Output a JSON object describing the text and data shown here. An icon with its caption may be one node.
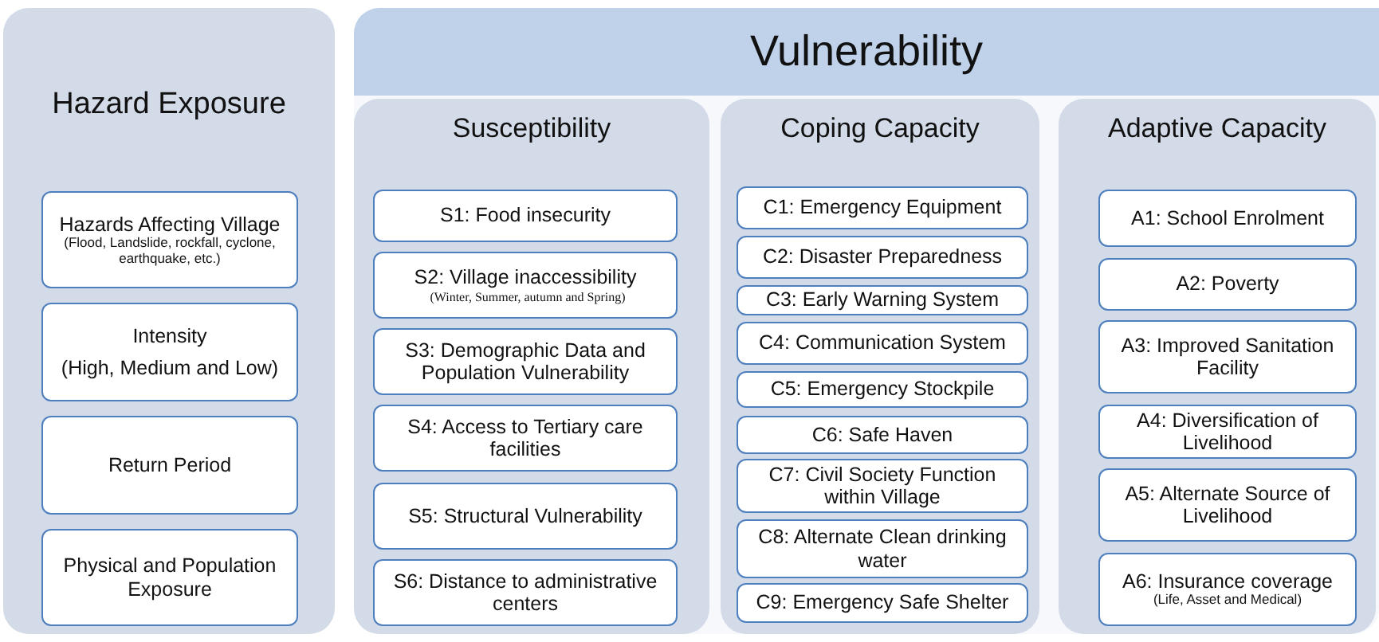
{
  "diagram": {
    "nodes": [
      {
        "text": [
          "Hazard Exposure"
        ]
      },
      {
        "text": [
          "Hazards Affecting Village",
          "(Flood, Landslide, rockfall, cyclone, earthquake, etc.)"
        ],
        "in": 0
      },
      {
        "text": [
          "Intensity",
          "(High, Medium and Low)"
        ],
        "in": 0
      },
      {
        "text": [
          "Return Period"
        ],
        "in": 0
      },
      {
        "text": [
          "Physical and Population Exposure"
        ],
        "in": 0
      },
      {
        "text": [
          "Vulnerability"
        ]
      },
      {
        "text": [
          "Susceptibility"
        ],
        "in": 5
      },
      {
        "text": [
          "S1: Food insecurity"
        ],
        "in": 6
      },
      {
        "text": [
          "S2: Village inaccessibility",
          "(Winter, Summer, autumn and Spring)"
        ],
        "in": 6
      },
      {
        "text": [
          "S3: Demographic Data and Population Vulnerability"
        ],
        "in": 6
      },
      {
        "text": [
          "S4: Access to Tertiary care facilities"
        ],
        "in": 6
      },
      {
        "text": [
          "S5: Structural Vulnerability"
        ],
        "in": 6
      },
      {
        "text": [
          "S6: Distance to administrative centers"
        ],
        "in": 6
      },
      {
        "text": [
          "Coping Capacity"
        ],
        "in": 5
      },
      {
        "text": [
          "C1: Emergency Equipment"
        ],
        "in": 13
      },
      {
        "text": [
          "C2: Disaster Preparedness"
        ],
        "in": 13
      },
      {
        "text": [
          "C3: Early Warning System"
        ],
        "in": 13
      },
      {
        "text": [
          "C4: Communication System"
        ],
        "in": 13
      },
      {
        "text": [
          "C5: Emergency Stockpile"
        ],
        "in": 13
      },
      {
        "text": [
          "C6: Safe Haven"
        ],
        "in": 13
      },
      {
        "text": [
          "C7: Civil Society Function within Village"
        ],
        "in": 13
      },
      {
        "text": [
          "C8: Alternate Clean drinking water"
        ],
        "in": 13
      },
      {
        "text": [
          "C9: Emergency Safe Shelter"
        ],
        "in": 13
      },
      {
        "text": [
          "Adaptive Capacity"
        ],
        "in": 5
      },
      {
        "text": [
          "A1: School Enrolment"
        ],
        "in": 23
      },
      {
        "text": [
          "A2: Poverty"
        ],
        "in": 23
      },
      {
        "text": [
          "A3: Improved Sanitation Facility"
        ],
        "in": 23
      },
      {
        "text": [
          "A4: Diversification of Livelihood"
        ],
        "in": 23
      },
      {
        "text": [
          "A5: Alternate Source of Livelihood"
        ],
        "in": 23
      },
      {
        "text": [
          "A6: Insurance coverage",
          "(Life, Asset and Medical)"
        ],
        "in": 23
      }
    ]
  }
}
